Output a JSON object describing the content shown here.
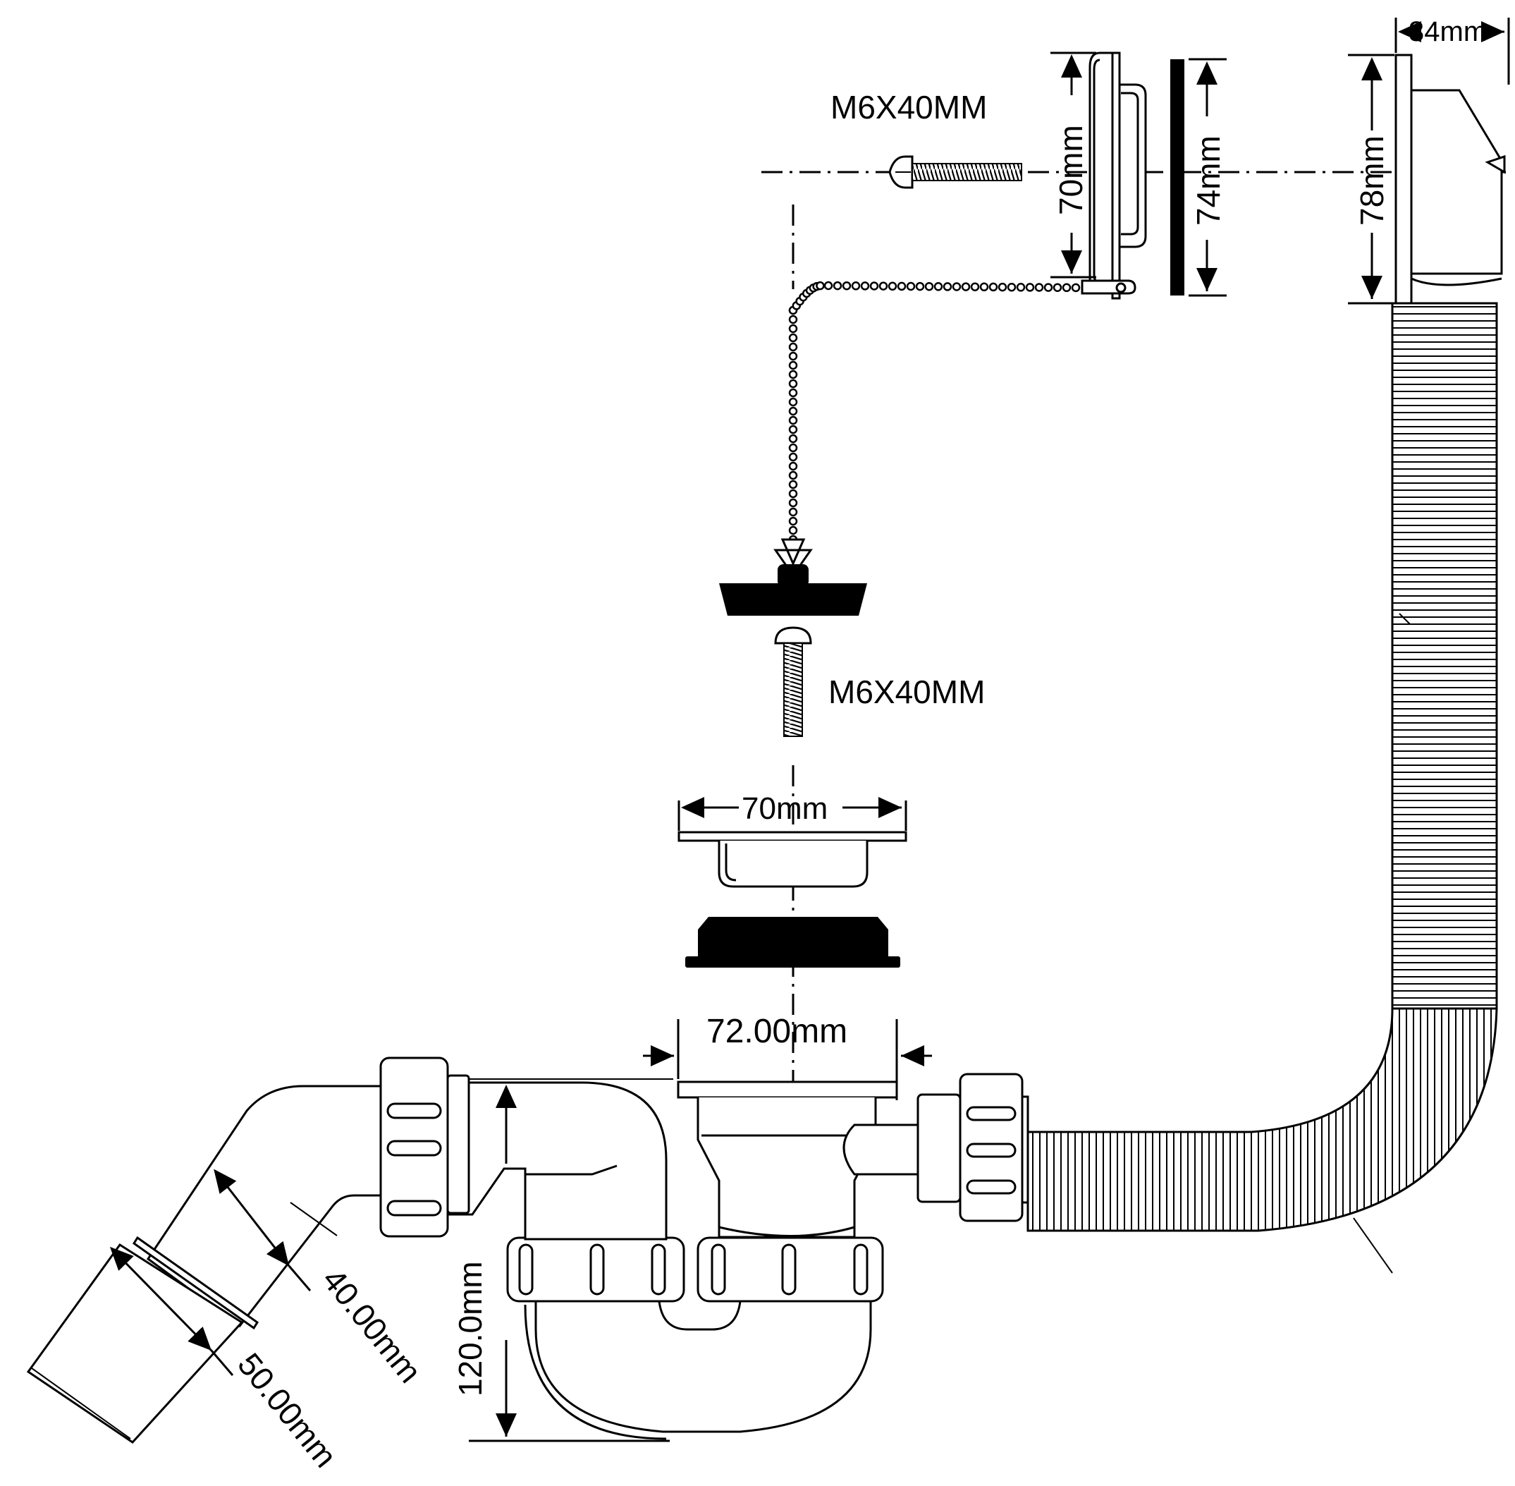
{
  "labels": {
    "bolt_overflow": "M6X40MM",
    "bolt_drain": "M6X40MM",
    "overflow_cover_height": "70mm",
    "gasket_height": "74mm",
    "overflow_body_height": "78mm",
    "overflow_depth": "34mm",
    "drain_cover_width": "70mm",
    "drain_width": "72.00mm",
    "trap_height": "120.0mm",
    "outlet_inner": "40.00mm",
    "outlet_outer": "50.00mm"
  }
}
